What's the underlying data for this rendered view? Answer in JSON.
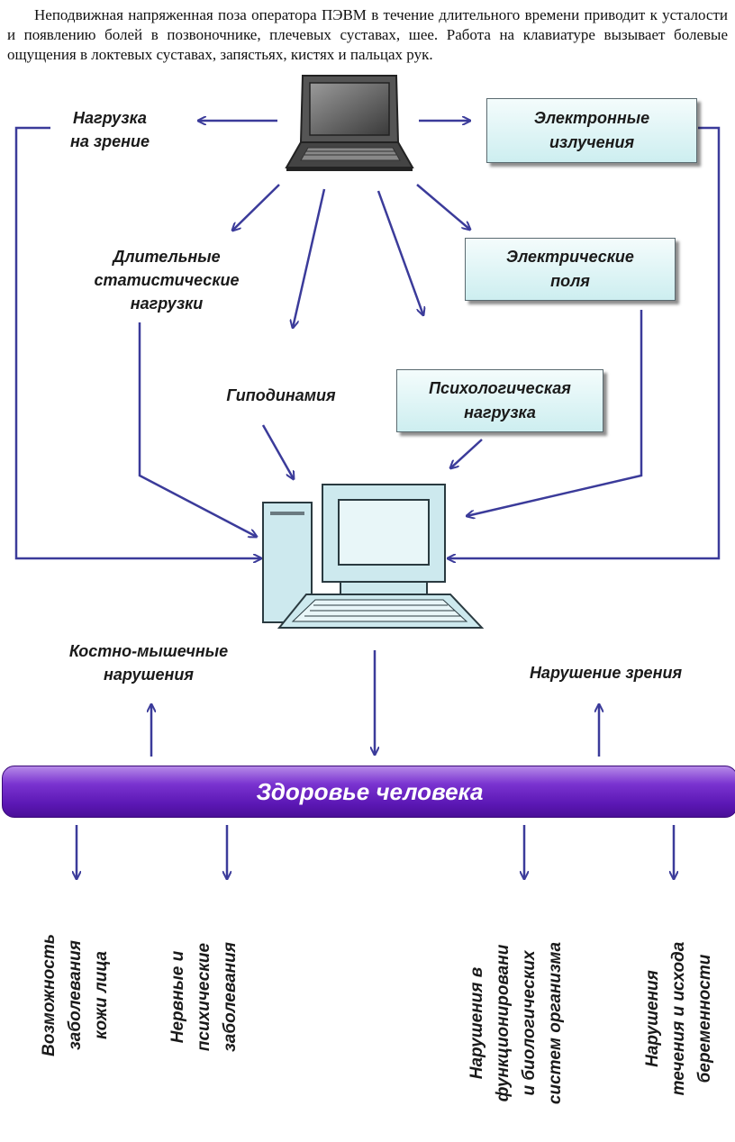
{
  "intro_text": "Неподвижная напряженная поза оператора ПЭВМ в течение длительного времени приводит к усталости и появлению болей в позвоночнике, плечевых суставах, шее. Работа на клавиатуре вызывает болевые ощущения в локтевых суставах, запястьях, кистях и пальцах рук.",
  "colors": {
    "arrow": "#3b3b9a",
    "bar": "#5b17b4",
    "box_top": "#f4fcfc",
    "box_bottom": "#cdeef0"
  },
  "factors": {
    "vision_load": "Нагрузка\nна зрение",
    "electronic_radiation": "Электронные\nизлучения",
    "static_loads": "Длительные\nстатистические\nнагрузки",
    "electric_fields": "Электрические\nполя",
    "hypodynamia": "Гиподинамия",
    "psych_load": "Психологическая\nнагрузка"
  },
  "effects": {
    "musculoskeletal": "Костно-мышечные\nнарушения",
    "vision_disorder": "Нарушение зрения"
  },
  "health_bar": "Здоровье человека",
  "consequences": [
    "Возможность\nзаболевания\nкожи лица",
    "Нервные и\nпсихические\nзаболевания",
    "Нарушения в\nфункционировани\nи биологических\nсистем организма",
    "Нарушения\nтечения и исхода\nбеременности"
  ],
  "icons": [
    "laptop-icon",
    "desktop-computer-icon"
  ]
}
